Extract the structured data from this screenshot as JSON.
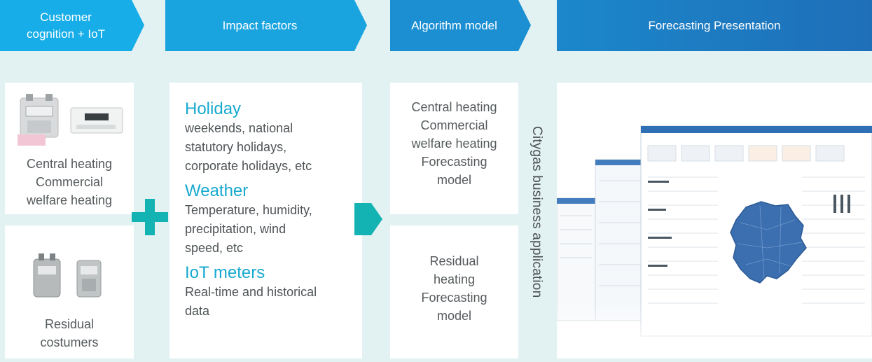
{
  "header": {
    "steps": [
      {
        "lines": [
          "Customer",
          "cognition + IoT"
        ],
        "color": "#17ade8"
      },
      {
        "lines": [
          "Impact factors"
        ],
        "color": "#1aa4df"
      },
      {
        "lines": [
          "Algorithm model"
        ],
        "color": "#1b8fd2"
      },
      {
        "lines": [
          "Forecasting Presentation"
        ],
        "color": "#1e6fb8"
      }
    ]
  },
  "customers": {
    "central": {
      "lines": [
        "Central heating",
        "Commercial",
        "welfare heating"
      ]
    },
    "residual": {
      "lines": [
        "Residual",
        "costumers"
      ]
    }
  },
  "impact_factors": [
    {
      "title": "Holiday",
      "desc_lines": [
        "weekends, national",
        "statutory holidays,",
        "corporate holidays, etc"
      ]
    },
    {
      "title": "Weather",
      "desc_lines": [
        "Temperature, humidity,",
        "precipitation, wind",
        "speed, etc"
      ]
    },
    {
      "title": "IoT meters",
      "desc_lines": [
        "Real-time and historical",
        "data"
      ]
    }
  ],
  "algorithm": {
    "central": {
      "lines": [
        "Central heating",
        "Commercial",
        "welfare heating",
        "Forecasting",
        "model"
      ]
    },
    "residual": {
      "lines": [
        "Residual",
        "heating",
        "Forecasting",
        "model"
      ]
    }
  },
  "side_label": "Citygas business application",
  "colors": {
    "background": "#e2f1f2",
    "accent_teal": "#17a9cf",
    "plus_green": "#14b3b3",
    "text_gray": "#555a5c"
  },
  "icons": {
    "plus": "plus-icon",
    "arrow": "arrow-right-icon"
  }
}
